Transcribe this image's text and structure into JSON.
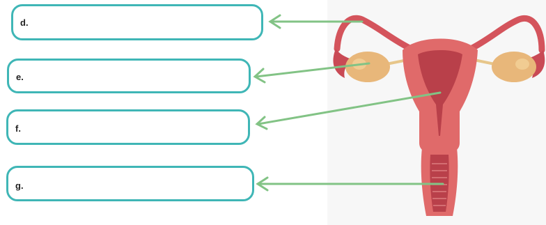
{
  "labels": [
    {
      "id": "d",
      "text": "d."
    },
    {
      "id": "e",
      "text": "e."
    },
    {
      "id": "f",
      "text": "f."
    },
    {
      "id": "g",
      "text": "g."
    }
  ],
  "colors": {
    "box_border": "#3fb6b6",
    "arrow": "#82c385",
    "tissue": "#e06a6a",
    "tissue_dark": "#b9404a",
    "ovary": "#e8b77a"
  }
}
